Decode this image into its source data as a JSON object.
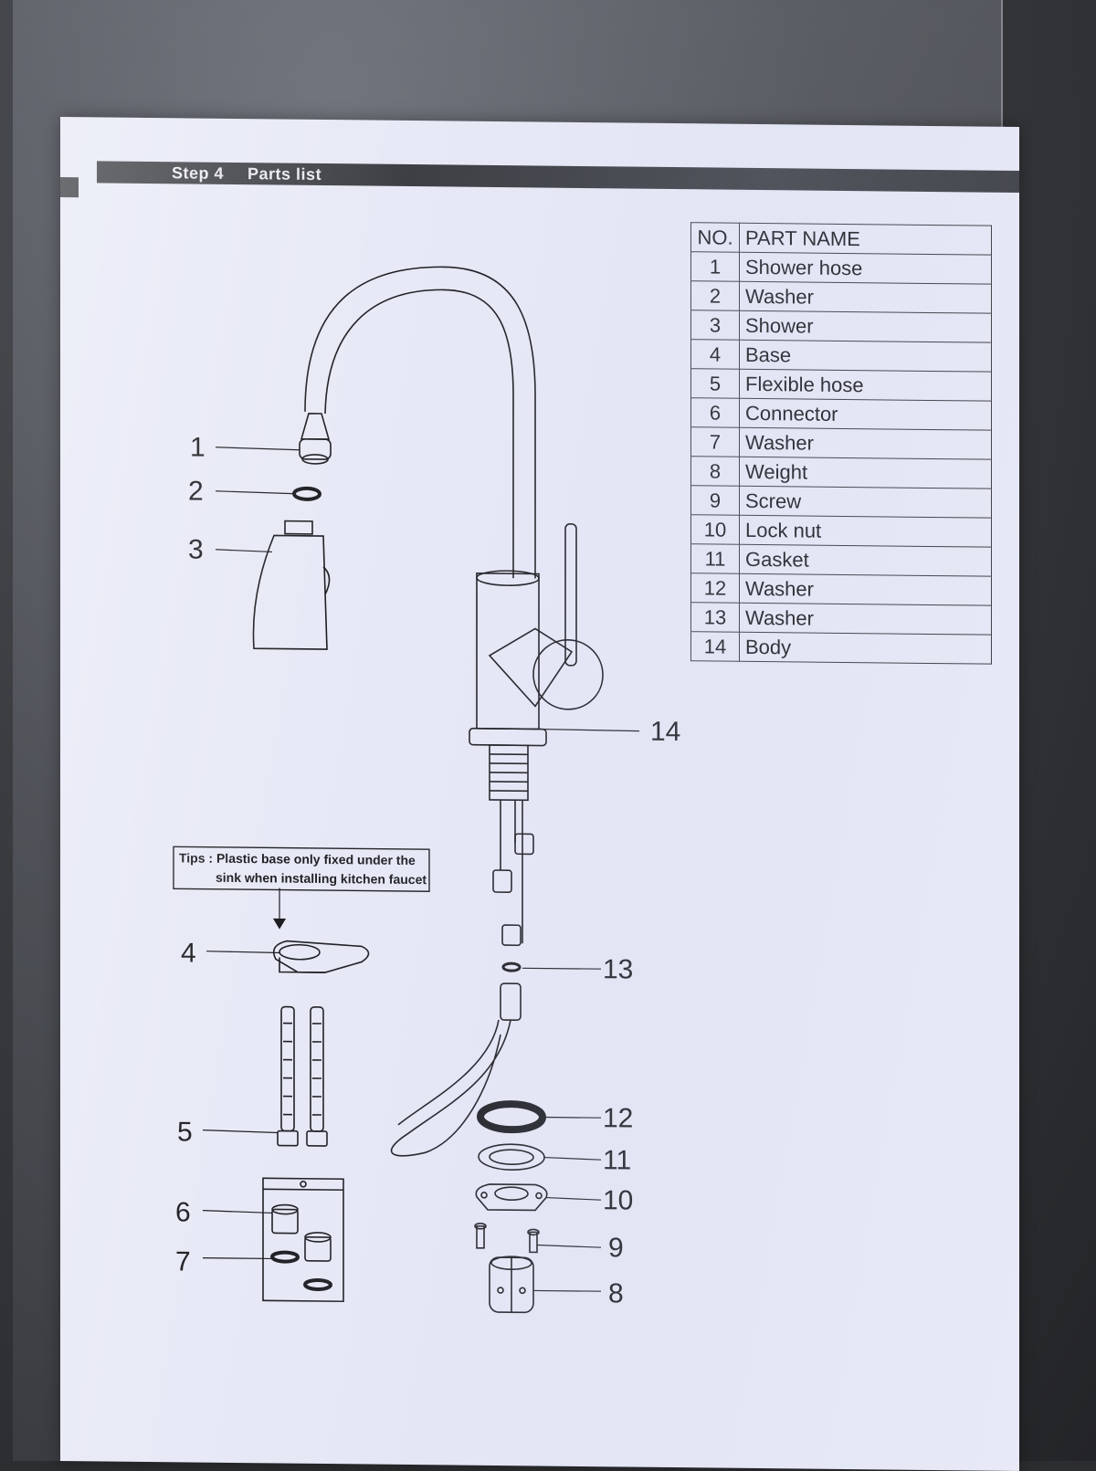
{
  "header": {
    "step": "Step 4",
    "title": "Parts list"
  },
  "table": {
    "col_no": "NO.",
    "col_name": "PART NAME",
    "rows": [
      {
        "no": "1",
        "name": "Shower hose"
      },
      {
        "no": "2",
        "name": "Washer"
      },
      {
        "no": "3",
        "name": "Shower"
      },
      {
        "no": "4",
        "name": "Base"
      },
      {
        "no": "5",
        "name": "Flexible hose"
      },
      {
        "no": "6",
        "name": "Connector"
      },
      {
        "no": "7",
        "name": "Washer"
      },
      {
        "no": "8",
        "name": "Weight"
      },
      {
        "no": "9",
        "name": "Screw"
      },
      {
        "no": "10",
        "name": "Lock nut"
      },
      {
        "no": "11",
        "name": "Gasket"
      },
      {
        "no": "12",
        "name": "Washer"
      },
      {
        "no": "13",
        "name": "Washer"
      },
      {
        "no": "14",
        "name": "Body"
      }
    ]
  },
  "tips": {
    "line1": "Tips : Plastic base only  fixed under the",
    "line2": "sink when installing kitchen faucet"
  },
  "callouts": [
    "1",
    "2",
    "3",
    "4",
    "5",
    "6",
    "7",
    "8",
    "9",
    "10",
    "11",
    "12",
    "13",
    "14"
  ],
  "colors": {
    "paper": "#e7e9f6",
    "header_bar": "#3d3f44",
    "ink": "#1d1e22"
  }
}
